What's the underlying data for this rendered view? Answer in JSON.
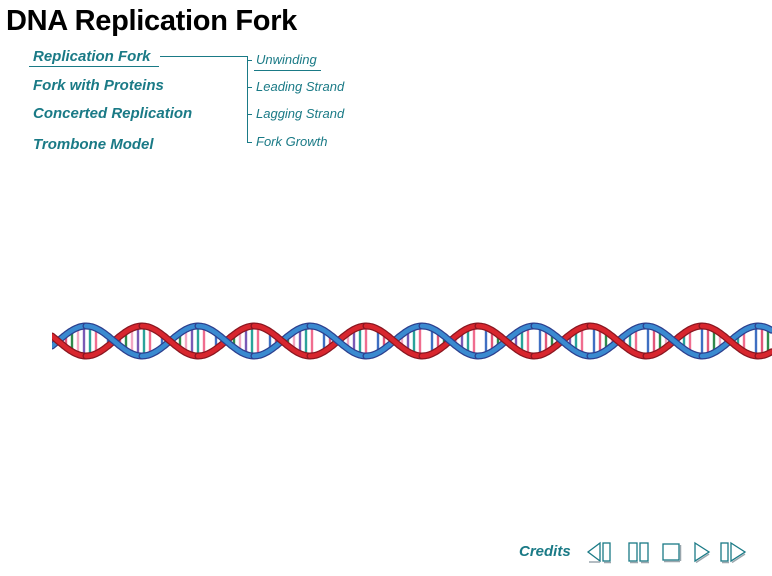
{
  "page": {
    "title": "DNA Replication Fork"
  },
  "nav": {
    "items": [
      {
        "label": "Replication Fork"
      },
      {
        "label": "Fork with Proteins"
      },
      {
        "label": "Concerted Replication"
      },
      {
        "label": "Trombone Model"
      }
    ],
    "sub_items": [
      {
        "label": "Unwinding"
      },
      {
        "label": "Leading Strand"
      },
      {
        "label": "Lagging Strand"
      },
      {
        "label": "Fork Growth"
      }
    ]
  },
  "footer": {
    "credits_label": "Credits",
    "controls": [
      {
        "icon": "step-back-icon"
      },
      {
        "icon": "pause-icon"
      },
      {
        "icon": "stop-icon"
      },
      {
        "icon": "play-icon"
      },
      {
        "icon": "step-forward-icon"
      }
    ]
  },
  "colors": {
    "accent": "#1a7a86",
    "strand_red": "#d8262e",
    "strand_blue": "#3a8ad0",
    "strand_dark_blue": "#2c3f8e"
  }
}
